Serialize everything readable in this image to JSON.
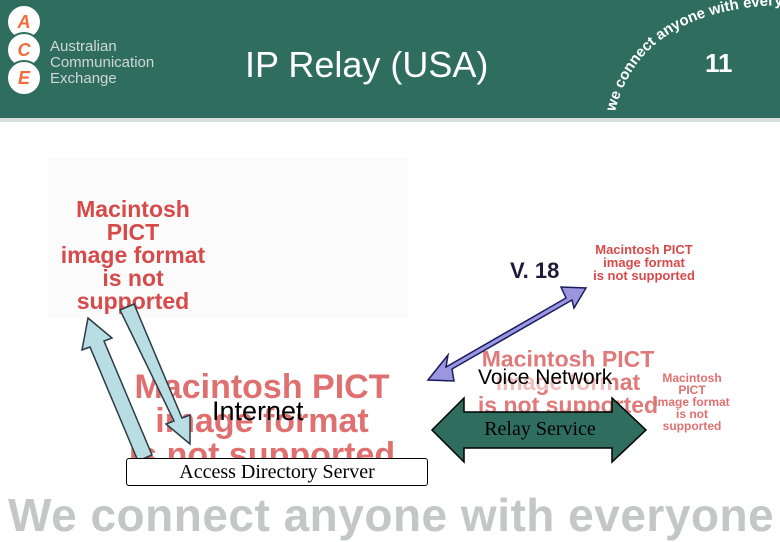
{
  "header": {
    "logo_letters": [
      "A",
      "C",
      "E"
    ],
    "logo_lines": [
      "Australian",
      "Communication",
      "Exchange"
    ],
    "title": "IP Relay (USA)",
    "slide_number": "11",
    "tagline_arc": "we connect anyone with everyone"
  },
  "placeholders": {
    "line1": "Macintosh PICT",
    "line2": "image format",
    "line3": "is not supported"
  },
  "diagram": {
    "v18": "V. 18",
    "voice_network": "Voice Network",
    "internet": "Internet",
    "relay_service": "Relay Service",
    "access_directory_server": "Access Directory Server"
  },
  "footer": {
    "watermark": "We connect anyone with everyone"
  },
  "colors": {
    "header_bg": "#2f6d5e",
    "pict_text": "#d64a4a",
    "arrow_blue": "#9a97e0",
    "arrow_cyan": "#b8dde3",
    "relay_arrow": "#2f6d5e"
  }
}
